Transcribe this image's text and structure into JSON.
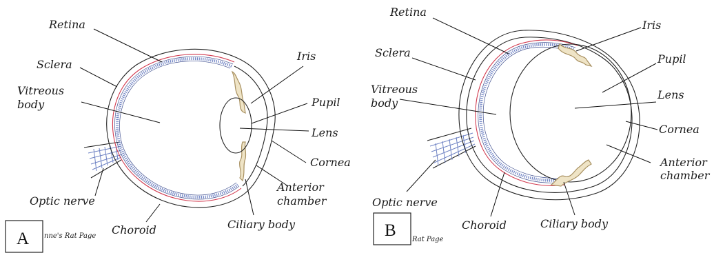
{
  "panels": {
    "A": {
      "letter": "A",
      "credit": "nne's Rat Page",
      "labels": {
        "retina": "Retina",
        "sclera": "Sclera",
        "vitreous_1": "Vitreous",
        "vitreous_2": "body",
        "iris": "Iris",
        "pupil": "Pupil",
        "lens": "Lens",
        "cornea": "Cornea",
        "anterior_1": "Anterior",
        "anterior_2": "chamber",
        "optic_nerve": "Optic nerve",
        "choroid": "Choroid",
        "ciliary_body": "Ciliary body"
      }
    },
    "B": {
      "letter": "B",
      "credit": "Rat Page",
      "labels": {
        "retina": "Retina",
        "iris": "Iris",
        "sclera": "Sclera",
        "pupil": "Pupil",
        "vitreous_1": "Vitreous",
        "vitreous_2": "body",
        "lens": "Lens",
        "cornea": "Cornea",
        "anterior_1": "Anterior",
        "anterior_2": "chamber",
        "optic_nerve": "Optic nerve",
        "choroid": "Choroid",
        "ciliary_body": "Ciliary body"
      }
    }
  },
  "colors": {
    "retina": "#6f83c4",
    "choroid": "#d23a4f",
    "ciliary": "#a89060"
  }
}
